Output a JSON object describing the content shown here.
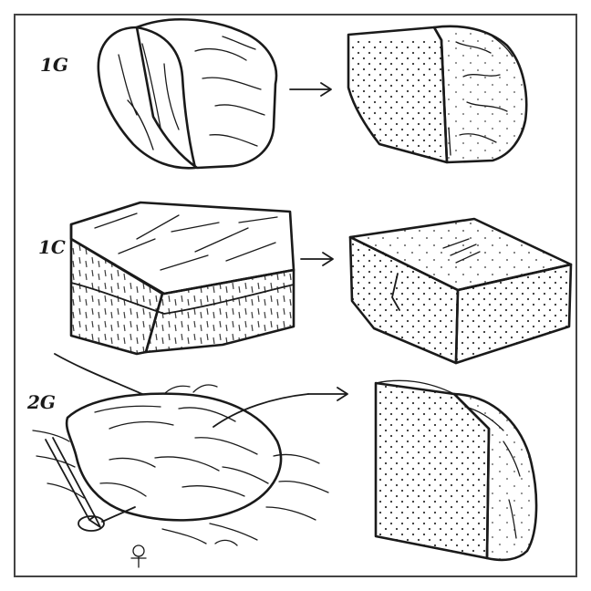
{
  "colors": {
    "ink": "#1a1a1a",
    "cut_face": "#e9c9c3",
    "paper": "#ffffff",
    "border": "#444444"
  },
  "rows": [
    {
      "label": "1G"
    },
    {
      "label": "1C"
    },
    {
      "label": "2G"
    }
  ],
  "icons": [
    "arrow-right-icon",
    "hammer-icon",
    "chisel-icon"
  ]
}
